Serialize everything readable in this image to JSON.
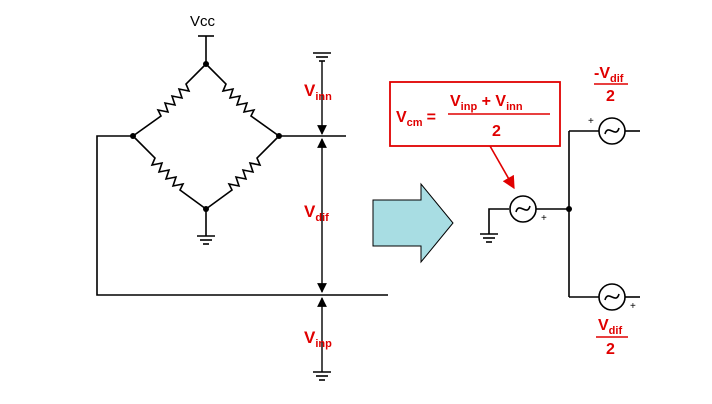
{
  "labels": {
    "vcc": "Vcc",
    "v_inn": {
      "main": "V",
      "sub": "inn"
    },
    "v_dif": {
      "main": "V",
      "sub": "dif"
    },
    "v_inp": {
      "main": "V",
      "sub": "inp"
    },
    "vcm_formula": {
      "lhs_main": "V",
      "lhs_sub": "cm",
      "equals": "=",
      "num_a_main": "V",
      "num_a_sub": "inp",
      "num_plus": " + ",
      "num_b_main": "V",
      "num_b_sub": "inn",
      "denominator": "2"
    },
    "neg_vdif_half": {
      "prefix": "-",
      "main": "V",
      "sub": "dif",
      "denominator": "2"
    },
    "pos_vdif_half": {
      "main": "V",
      "sub": "dif",
      "denominator": "2"
    },
    "plus_sign": "+"
  },
  "colors": {
    "annotation": "#e00000",
    "arrow_fill": "#a8dde3",
    "wire": "#000000"
  },
  "icons": {
    "resistor": "zigzag-resistor-icon",
    "source": "ac-voltage-source-icon",
    "ground": "ground-icon",
    "block_arrow": "right-block-arrow-icon"
  }
}
